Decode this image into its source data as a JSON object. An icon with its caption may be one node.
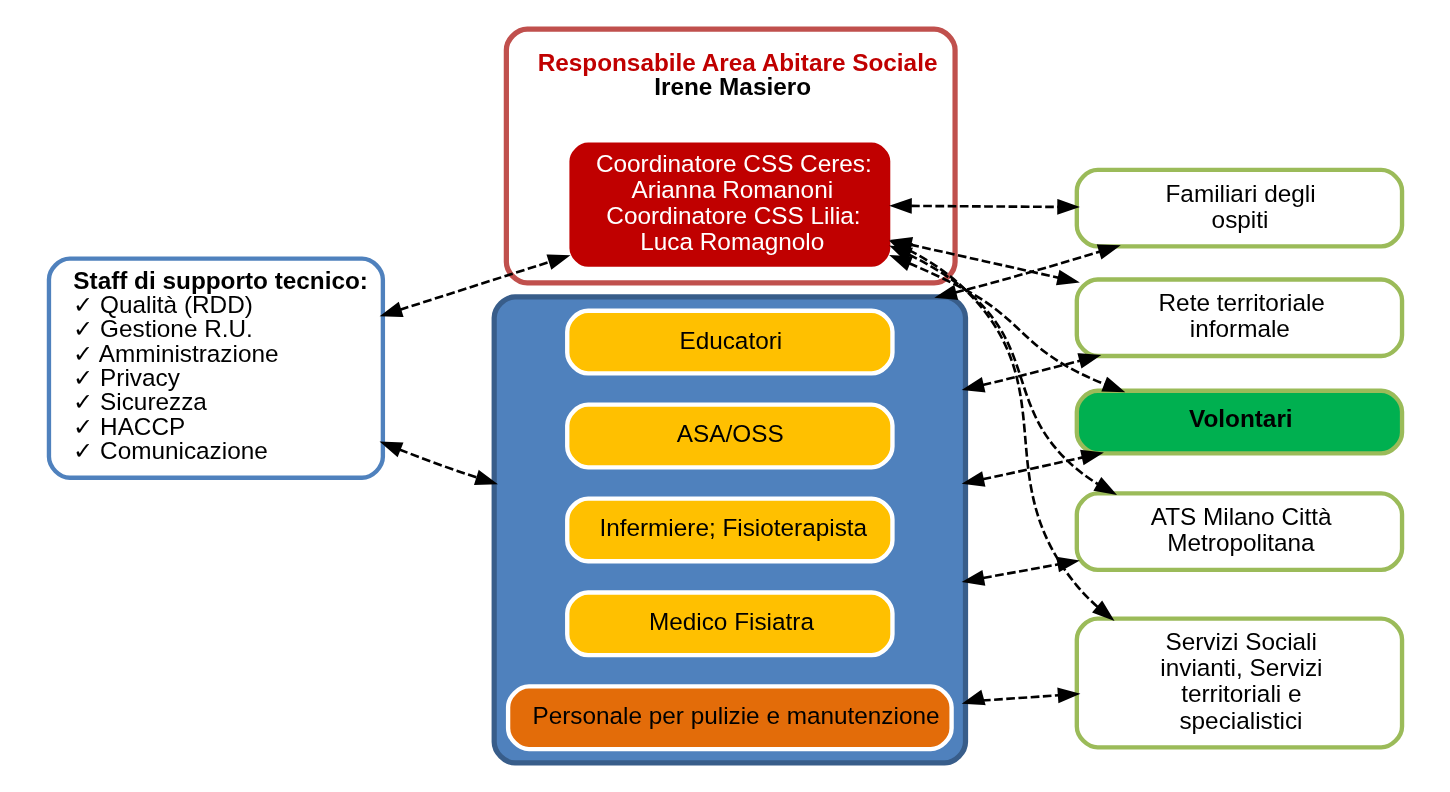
{
  "diagram": {
    "nodes": [
      {
        "text": [
          "Responsabile Area Abitare Sociale",
          "Irene Masiero"
        ]
      },
      {
        "text": [
          "Coordinatore CSS Ceres: Arianna Romanoni Coordinatore CSS Lilia: Luca Romagnolo"
        ],
        "in": 0
      },
      {
        "text": [],
        "shape": "box"
      },
      {
        "text": [
          "Educatori"
        ],
        "in": 2
      },
      {
        "text": [
          "ASA/OSS"
        ],
        "in": 2
      },
      {
        "text": [
          "Infermiere; Fisioterapista"
        ],
        "in": 2
      },
      {
        "text": [
          "Medico Fisiatra"
        ],
        "in": 2
      },
      {
        "text": [
          "Personale per pulizie e manutenzione"
        ],
        "in": 2
      },
      {
        "text": [
          "Staff di supporto tecnico:",
          "✓ Qualità (RDD)",
          "✓ Gestione R.U.",
          "✓ Amministrazione",
          "✓ Privacy",
          "✓ Sicurezza",
          "✓ HACCP",
          "✓ Comunicazione"
        ]
      },
      {
        "text": [
          "ATS Milano Città Metropolitana"
        ]
      },
      {
        "text": [
          "Servizi Sociali invianti, Servizi territoriali e specialistici"
        ]
      },
      {
        "text": [
          "Familiari degli ospiti"
        ]
      },
      {
        "text": [
          "Rete territoriale informale"
        ]
      },
      {
        "text": [
          "Volontari"
        ]
      }
    ],
    "edges": [
      {
        "from": 8,
        "to": 1,
        "arrow": "both",
        "style": "dashed"
      },
      {
        "from": 8,
        "to": 2,
        "arrow": "both",
        "style": "dashed"
      },
      {
        "from": 1,
        "to": 9,
        "arrow": "both",
        "style": "dashed"
      },
      {
        "from": 1,
        "to": 10,
        "arrow": "both",
        "style": "dashed"
      },
      {
        "from": 1,
        "to": 11,
        "arrow": "both",
        "style": "dashed"
      },
      {
        "from": 1,
        "to": 12,
        "arrow": "both",
        "style": "dashed"
      },
      {
        "from": 1,
        "to": 13,
        "arrow": "both",
        "style": "dashed"
      },
      {
        "from": 2,
        "to": 9,
        "arrow": "both",
        "style": "dashed"
      },
      {
        "from": 2,
        "to": 10,
        "arrow": "both",
        "style": "dashed"
      },
      {
        "from": 2,
        "to": 11,
        "arrow": "both",
        "style": "dashed"
      },
      {
        "from": 2,
        "to": 12,
        "arrow": "both",
        "style": "dashed"
      },
      {
        "from": 2,
        "to": 13,
        "arrow": "both",
        "style": "dashed"
      }
    ]
  }
}
